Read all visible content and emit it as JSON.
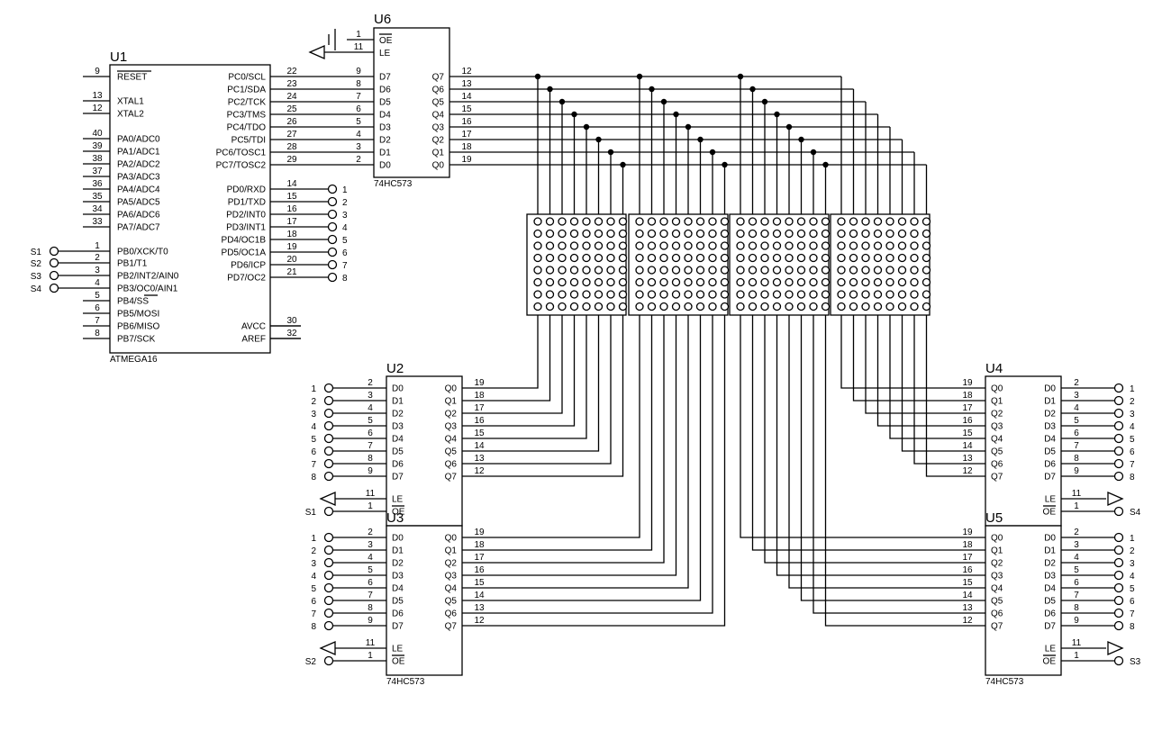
{
  "u1": {
    "ref": "U1",
    "part": "ATMEGA16",
    "left_pins": [
      {
        "num": "9",
        "name": "RESET"
      },
      {
        "num": "13",
        "name": "XTAL1"
      },
      {
        "num": "12",
        "name": "XTAL2"
      },
      {
        "num": "40",
        "name": "PA0/ADC0"
      },
      {
        "num": "39",
        "name": "PA1/ADC1"
      },
      {
        "num": "38",
        "name": "PA2/ADC2"
      },
      {
        "num": "37",
        "name": "PA3/ADC3"
      },
      {
        "num": "36",
        "name": "PA4/ADC4"
      },
      {
        "num": "35",
        "name": "PA5/ADC5"
      },
      {
        "num": "34",
        "name": "PA6/ADC6"
      },
      {
        "num": "33",
        "name": "PA7/ADC7"
      },
      {
        "num": "1",
        "name": "PB0/XCK/T0"
      },
      {
        "num": "2",
        "name": "PB1/T1"
      },
      {
        "num": "3",
        "name": "PB2/INT2/AIN0"
      },
      {
        "num": "4",
        "name": "PB3/OC0/AIN1"
      },
      {
        "num": "5",
        "name": "PB4/SS"
      },
      {
        "num": "6",
        "name": "PB5/MOSI"
      },
      {
        "num": "7",
        "name": "PB6/MISO"
      },
      {
        "num": "8",
        "name": "PB7/SCK"
      }
    ],
    "right_pins": [
      {
        "num": "22",
        "name": "PC0/SCL"
      },
      {
        "num": "23",
        "name": "PC1/SDA"
      },
      {
        "num": "24",
        "name": "PC2/TCK"
      },
      {
        "num": "25",
        "name": "PC3/TMS"
      },
      {
        "num": "26",
        "name": "PC4/TDO"
      },
      {
        "num": "27",
        "name": "PC5/TDI"
      },
      {
        "num": "28",
        "name": "PC6/TOSC1"
      },
      {
        "num": "29",
        "name": "PC7/TOSC2"
      },
      {
        "num": "14",
        "name": "PD0/RXD"
      },
      {
        "num": "15",
        "name": "PD1/TXD"
      },
      {
        "num": "16",
        "name": "PD2/INT0"
      },
      {
        "num": "17",
        "name": "PD3/INT1"
      },
      {
        "num": "18",
        "name": "PD4/OC1B"
      },
      {
        "num": "19",
        "name": "PD5/OC1A"
      },
      {
        "num": "20",
        "name": "PD6/ICP"
      },
      {
        "num": "21",
        "name": "PD7/OC2"
      },
      {
        "num": "30",
        "name": "AVCC"
      },
      {
        "num": "32",
        "name": "AREF"
      }
    ],
    "pb_terminals": [
      "S1",
      "S2",
      "S3",
      "S4"
    ],
    "pd_terminals": [
      "1",
      "2",
      "3",
      "4",
      "5",
      "6",
      "7",
      "8"
    ]
  },
  "latch": {
    "part": "74HC573",
    "d_names": [
      "D0",
      "D1",
      "D2",
      "D3",
      "D4",
      "D5",
      "D6",
      "D7"
    ],
    "d_nums": [
      "2",
      "3",
      "4",
      "5",
      "6",
      "7",
      "8",
      "9"
    ],
    "q_names": [
      "Q0",
      "Q1",
      "Q2",
      "Q3",
      "Q4",
      "Q5",
      "Q6",
      "Q7"
    ],
    "q_nums": [
      "19",
      "18",
      "17",
      "16",
      "15",
      "14",
      "13",
      "12"
    ],
    "le_name": "LE",
    "le_num": "11",
    "oe_name": "OE",
    "oe_num": "1",
    "inputs": [
      "1",
      "2",
      "3",
      "4",
      "5",
      "6",
      "7",
      "8"
    ]
  },
  "u6": {
    "ref": "U6"
  },
  "u2": {
    "ref": "U2",
    "select": "S1"
  },
  "u3": {
    "ref": "U3",
    "select": "S2"
  },
  "u4": {
    "ref": "U4",
    "select": "S4"
  },
  "u5": {
    "ref": "U5",
    "select": "S3"
  },
  "matrix": {
    "modules": 4,
    "rows": 8,
    "cols": 8
  }
}
